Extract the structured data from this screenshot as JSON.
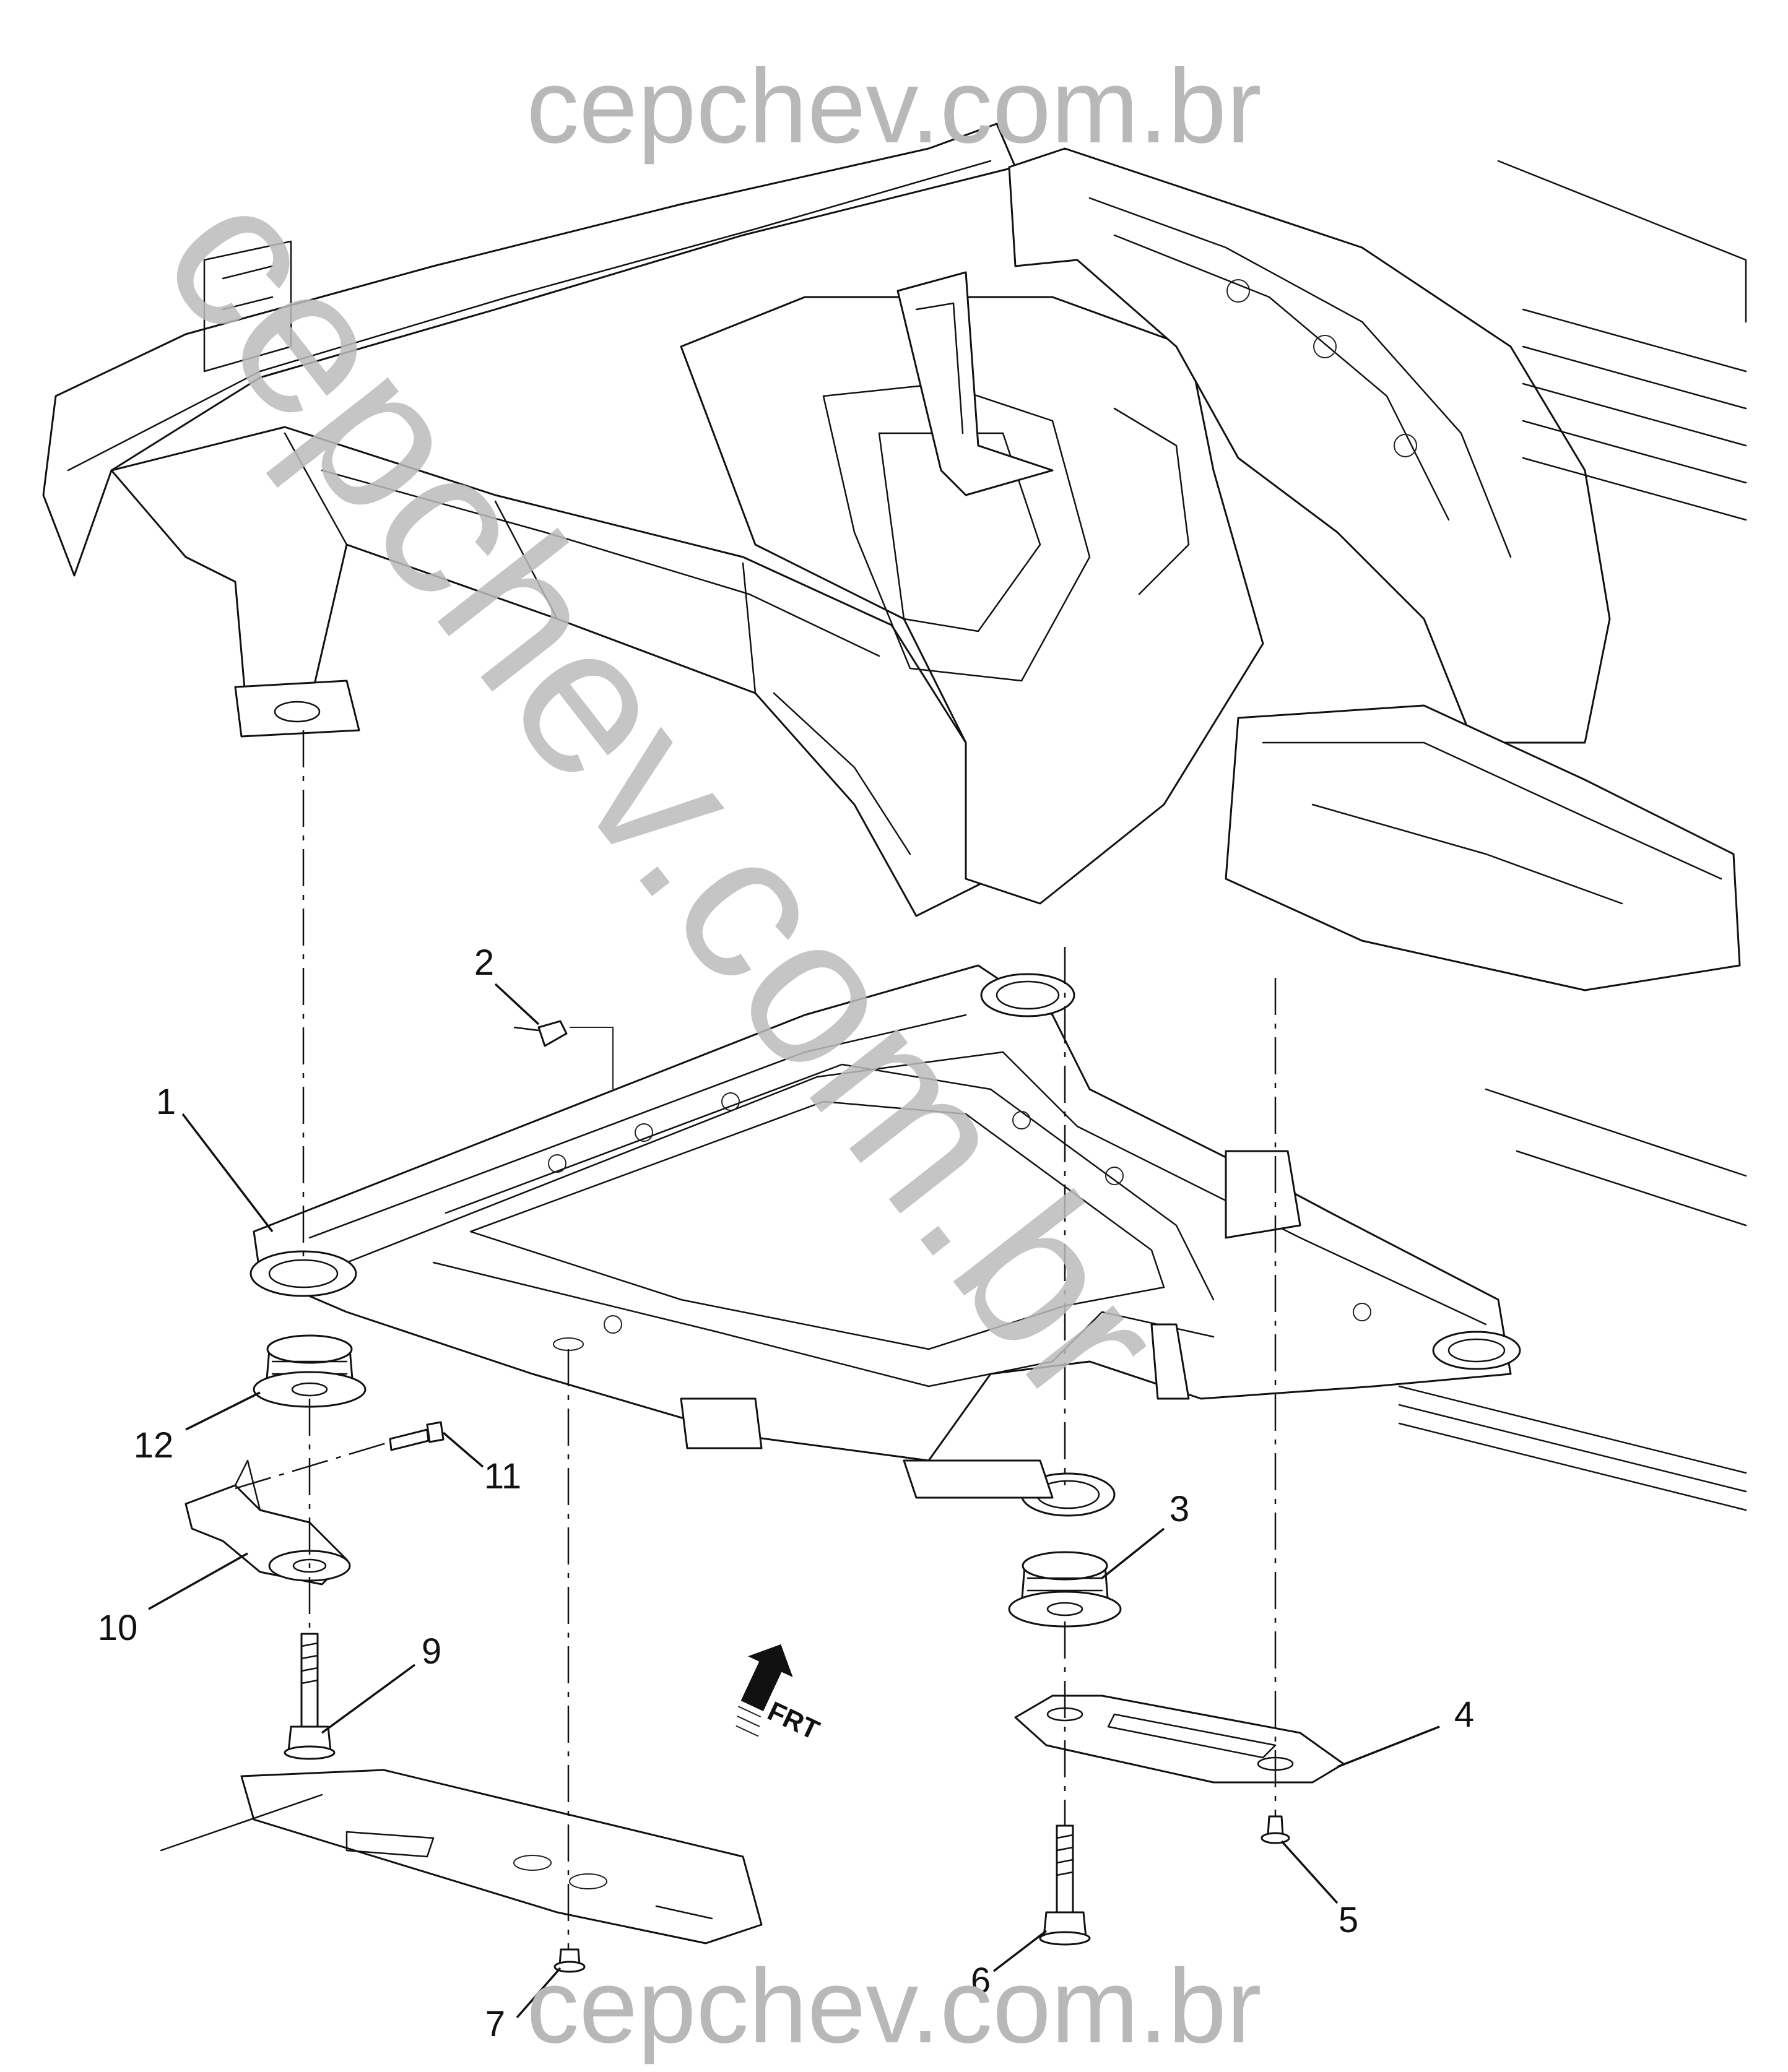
{
  "watermark": {
    "top": "cepchev.com.br",
    "bottom": "cepchev.com.br",
    "diagonal": "cepchev.com.br"
  },
  "direction_marker": {
    "label": "FRT",
    "icon": "front-arrow-icon"
  },
  "callouts": [
    {
      "number": "1"
    },
    {
      "number": "2"
    },
    {
      "number": "3"
    },
    {
      "number": "4"
    },
    {
      "number": "5"
    },
    {
      "number": "6"
    },
    {
      "number": "7"
    },
    {
      "number": "9"
    },
    {
      "number": "10"
    },
    {
      "number": "11"
    },
    {
      "number": "12"
    }
  ]
}
